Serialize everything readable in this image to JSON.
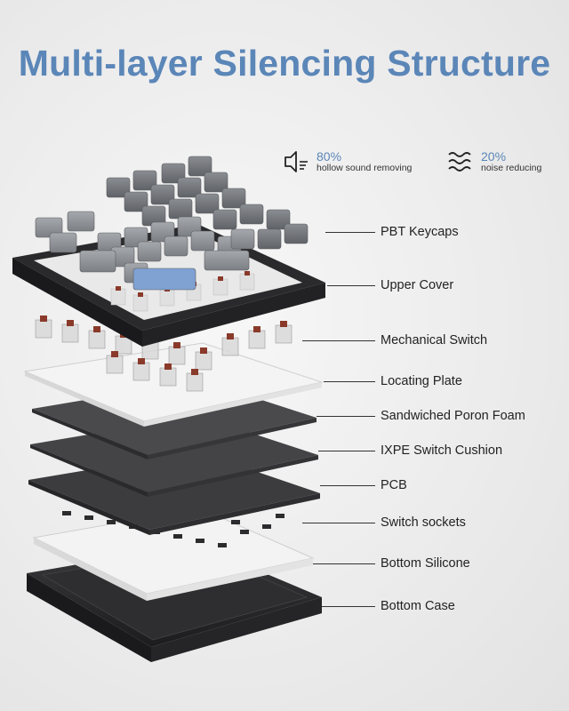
{
  "title": "Multi-layer Silencing Structure",
  "stats": [
    {
      "percent": "80%",
      "description": "hollow sound removing",
      "icon": "speaker-icon"
    },
    {
      "percent": "20%",
      "description": "noise reducing",
      "icon": "waves-icon"
    }
  ],
  "layers": [
    {
      "label": "PBT Keycaps"
    },
    {
      "label": "Upper Cover"
    },
    {
      "label": "Mechanical Switch"
    },
    {
      "label": "Locating Plate"
    },
    {
      "label": "Sandwiched Poron Foam"
    },
    {
      "label": "IXPE Switch Cushion"
    },
    {
      "label": "PCB"
    },
    {
      "label": "Switch sockets"
    },
    {
      "label": "Bottom Silicone"
    },
    {
      "label": "Bottom Case"
    }
  ],
  "colors": {
    "accent": "#5b86b8",
    "keycap_gray": "#8f9296",
    "keycap_blue": "#7fa2d3",
    "frame_black": "#2a2a2c",
    "plate_white": "#f2f2f2",
    "pcb_dark": "#3a3a3c",
    "switch_brown": "#8a3a2a"
  }
}
